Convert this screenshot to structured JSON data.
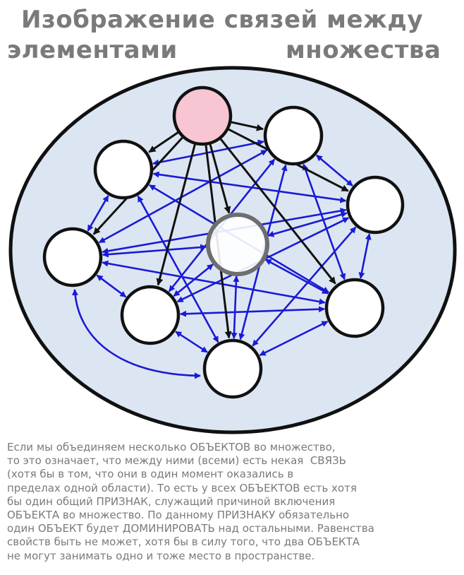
{
  "title": {
    "line1": "Изображение связей между",
    "line2_left": "элементами",
    "line2_right": "множества"
  },
  "colors": {
    "title": "#7a7a7a",
    "set_fill": "#dce6f2",
    "set_stroke": "#111111",
    "node_fill": "#ffffff",
    "dominant_node_fill": "#f7c6d2",
    "dominant_link": "#111111",
    "mutual_link": "#1a1ad6",
    "text": "#7a7a7a"
  },
  "diagram": {
    "dominant_node": "top",
    "nodes": [
      "top",
      "upper-right",
      "upper-left",
      "right",
      "left",
      "center",
      "lower-mid-left",
      "lower-right",
      "bottom"
    ]
  },
  "body": {
    "lines": [
      "Если мы объединяем несколько ОБЪЕКТОВ во множество,",
      "то это означает, что между ними (всеми) есть некая  СВЯЗЬ",
      "(хотя бы в том, что они в один момент оказались в",
      "пределах одной области). То есть у всех ОБЪЕКТОВ есть хотя",
      "бы один общий ПРИЗНАК, служащий причиной включения",
      "ОБЪЕКТА во множество. По данному ПРИЗНАКУ обязательно",
      "один ОБЪЕКТ будет ДОМИНИРОВАТЬ над остальными. Равенства",
      "свойств быть не может, хотя бы в силу того, что два ОБЪЕКТА",
      "не могут занимать одно и тоже место в пространстве."
    ]
  }
}
